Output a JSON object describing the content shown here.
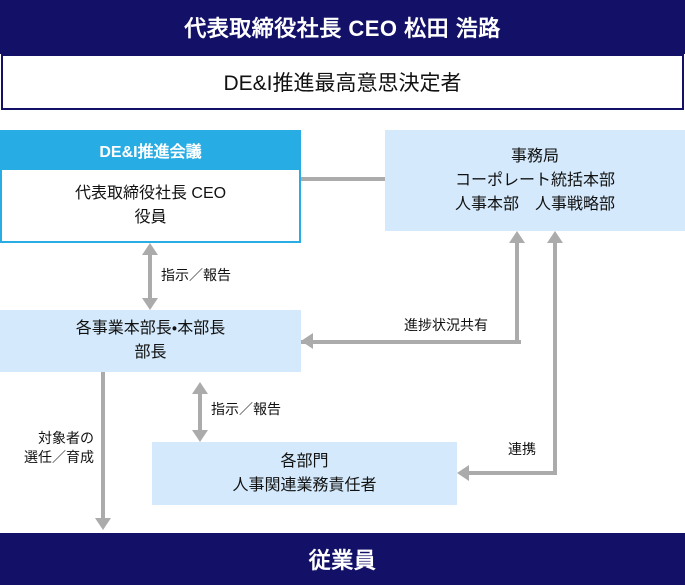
{
  "diagram": {
    "type": "organization-flow",
    "title_bar": {
      "label": "代表取締役社長 CEO 松田 浩路"
    },
    "decision_maker": {
      "label": "DE&I推進最高意思決定者"
    },
    "council": {
      "header": "DE&I推進会議",
      "member_line1": "代表取締役社長 CEO",
      "member_line2": "役員"
    },
    "secretariat": {
      "line1": "事務局",
      "line2": "コーポレート統括本部",
      "line3": "人事本部　人事戦略部"
    },
    "division_heads": {
      "line1": "各事業本部長・本部長",
      "line2": "部長"
    },
    "departments": {
      "line1": "各部門",
      "line2": "人事関連業務責任者"
    },
    "employees": {
      "label": "従業員"
    },
    "connectors": {
      "council_to_division": "指示／報告",
      "division_to_department": "指示／報告",
      "division_to_secretariat": "進捗状況共有",
      "secretariat_to_department": "連携",
      "division_to_employees": "対象者の\n選任／育成"
    },
    "colors": {
      "navy": "#131068",
      "cyan": "#27ACE3",
      "light_blue": "#D4E9FB",
      "arrow_gray": "#ABABAB",
      "white": "#FFFFFF"
    }
  }
}
